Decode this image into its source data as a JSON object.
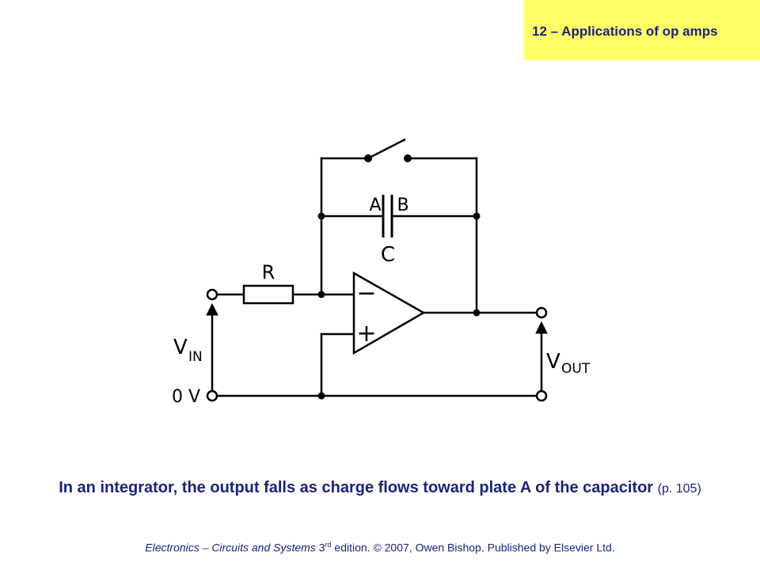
{
  "header": {
    "chapter": "12 – Applications of op amps"
  },
  "diagram": {
    "labels": {
      "resistor": "R",
      "plate_a": "A",
      "plate_b": "B",
      "capacitor": "C",
      "minus": "−",
      "plus": "+",
      "vin_main": "V",
      "vin_sub": "IN",
      "vout_main": "V",
      "vout_sub": "OUT",
      "ground": "0 V"
    }
  },
  "caption": {
    "text": "In an integrator, the output falls as charge flows toward plate A of the capacitor",
    "page_ref": "(p. 105)"
  },
  "footer": {
    "book_title": "Electronics – Circuits and Systems",
    "edition_number": " 3",
    "edition_suffix": "rd",
    "rest": " edition. © 2007, Owen Bishop. Published by Elsevier Ltd."
  },
  "colors": {
    "accent_yellow": "#ffff66",
    "text_navy": "#1a237e",
    "wire": "#000000"
  }
}
